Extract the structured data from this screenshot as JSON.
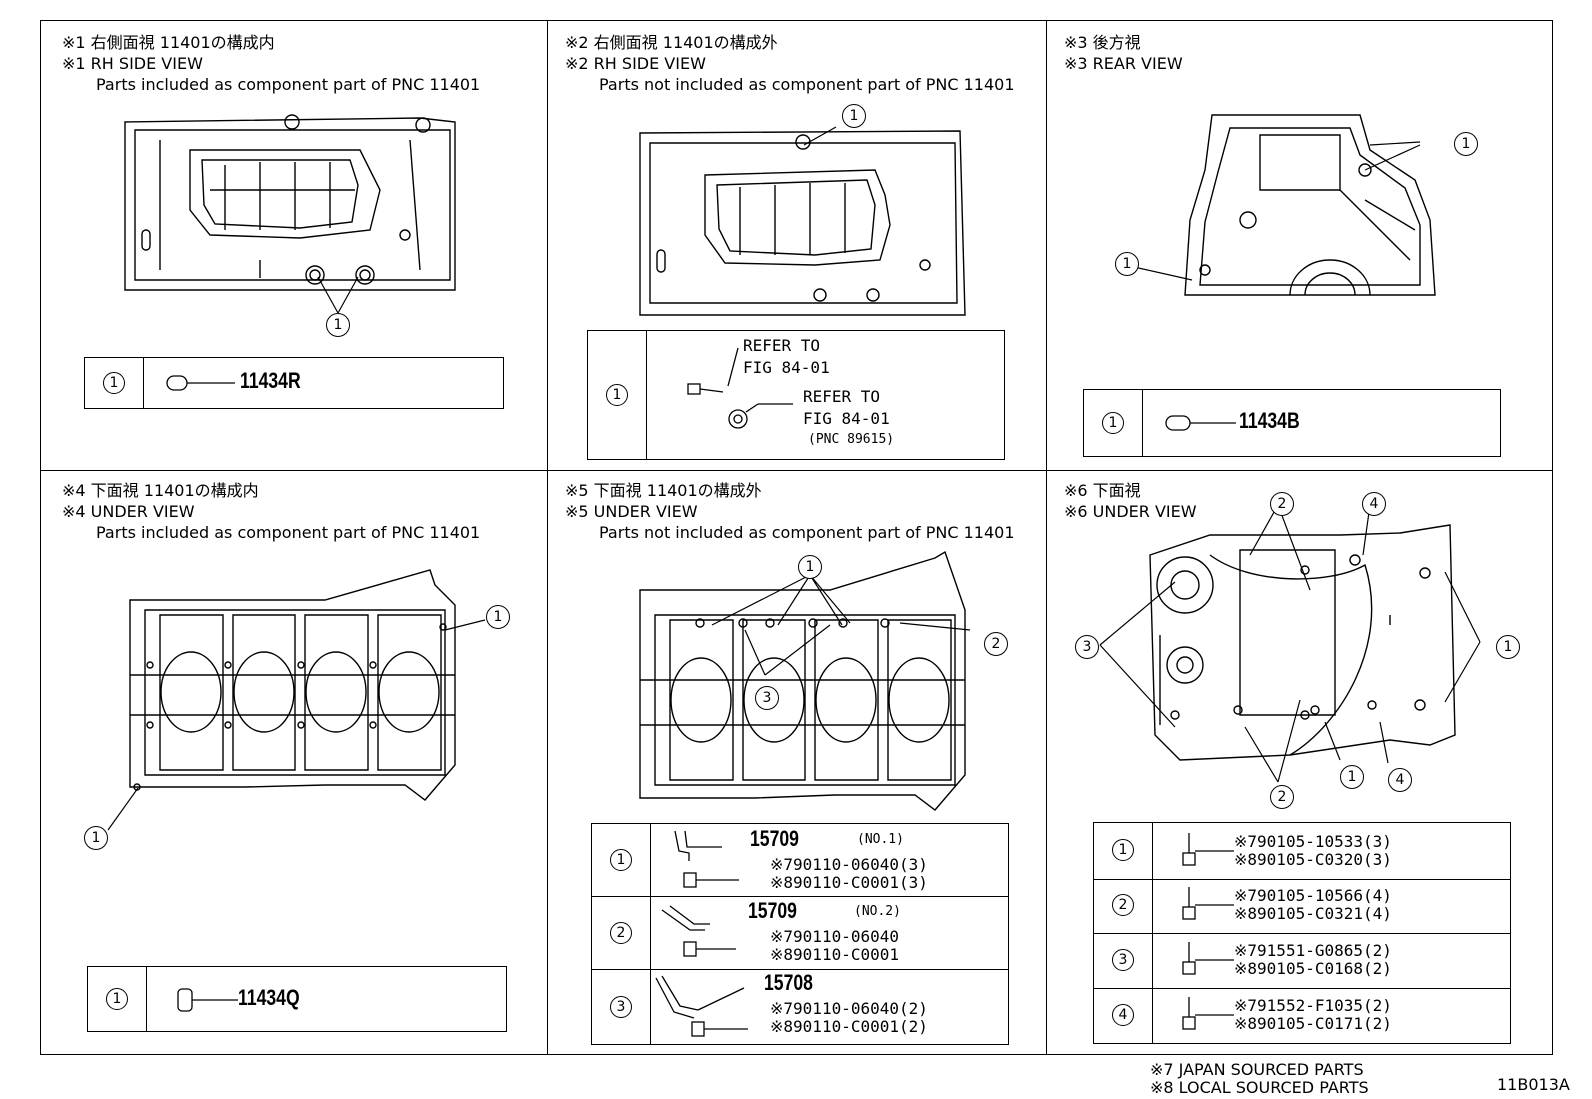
{
  "panels": [
    {
      "id": "p1",
      "line1": "※1 右側面視 11401の構成内",
      "line2": "※1 RH SIDE VIEW",
      "line3": "Parts included as component part of PNC 11401"
    },
    {
      "id": "p2",
      "line1": "※2 右側面視 11401の構成外",
      "line2": "※2 RH SIDE VIEW",
      "line3": "Parts not included as component part of PNC 11401"
    },
    {
      "id": "p3",
      "line1": "※3 後方視",
      "line2": "※3 REAR VIEW"
    },
    {
      "id": "p4",
      "line1": "※4 下面視 11401の構成内",
      "line2": "※4 UNDER VIEW",
      "line3": "Parts included as component part of PNC 11401"
    },
    {
      "id": "p5",
      "line1": "※5 下面視 11401の構成外",
      "line2": "※5 UNDER VIEW",
      "line3": "Parts not included as component part of PNC 11401"
    },
    {
      "id": "p6",
      "line1": "※6 下面視",
      "line2": "※6 UNDER VIEW"
    }
  ],
  "tables": {
    "p1": {
      "num": "1",
      "part": "11434R"
    },
    "p2": {
      "num": "1",
      "refer1a": "REFER TO",
      "refer1b": "FIG 84-01",
      "refer2a": "REFER TO",
      "refer2b": "FIG 84-01",
      "refer2c": "(PNC 89615)"
    },
    "p3": {
      "num": "1",
      "part": "11434B"
    },
    "p4": {
      "num": "1",
      "part": "11434Q"
    },
    "p5": [
      {
        "num": "1",
        "part": "15709",
        "note": "(NO.1)",
        "l1": "※790110-06040(3)",
        "l2": "※890110-C0001(3)"
      },
      {
        "num": "2",
        "part": "15709",
        "note": "(NO.2)",
        "l1": "※790110-06040",
        "l2": "※890110-C0001"
      },
      {
        "num": "3",
        "part": "15708",
        "note": "",
        "l1": "※790110-06040(2)",
        "l2": "※890110-C0001(2)"
      }
    ],
    "p6": [
      {
        "num": "1",
        "l1": "※790105-10533(3)",
        "l2": "※890105-C0320(3)"
      },
      {
        "num": "2",
        "l1": "※790105-10566(4)",
        "l2": "※890105-C0321(4)"
      },
      {
        "num": "3",
        "l1": "※791551-G0865(2)",
        "l2": "※890105-C0168(2)"
      },
      {
        "num": "4",
        "l1": "※791552-F1035(2)",
        "l2": "※890105-C0171(2)"
      }
    ]
  },
  "callouts": {
    "one": "1",
    "two": "2",
    "three": "3",
    "four": "4"
  },
  "footer": {
    "note1": "※7 JAPAN SOURCED PARTS",
    "note2": "※8 LOCAL SOURCED PARTS",
    "code": "11B013A"
  }
}
